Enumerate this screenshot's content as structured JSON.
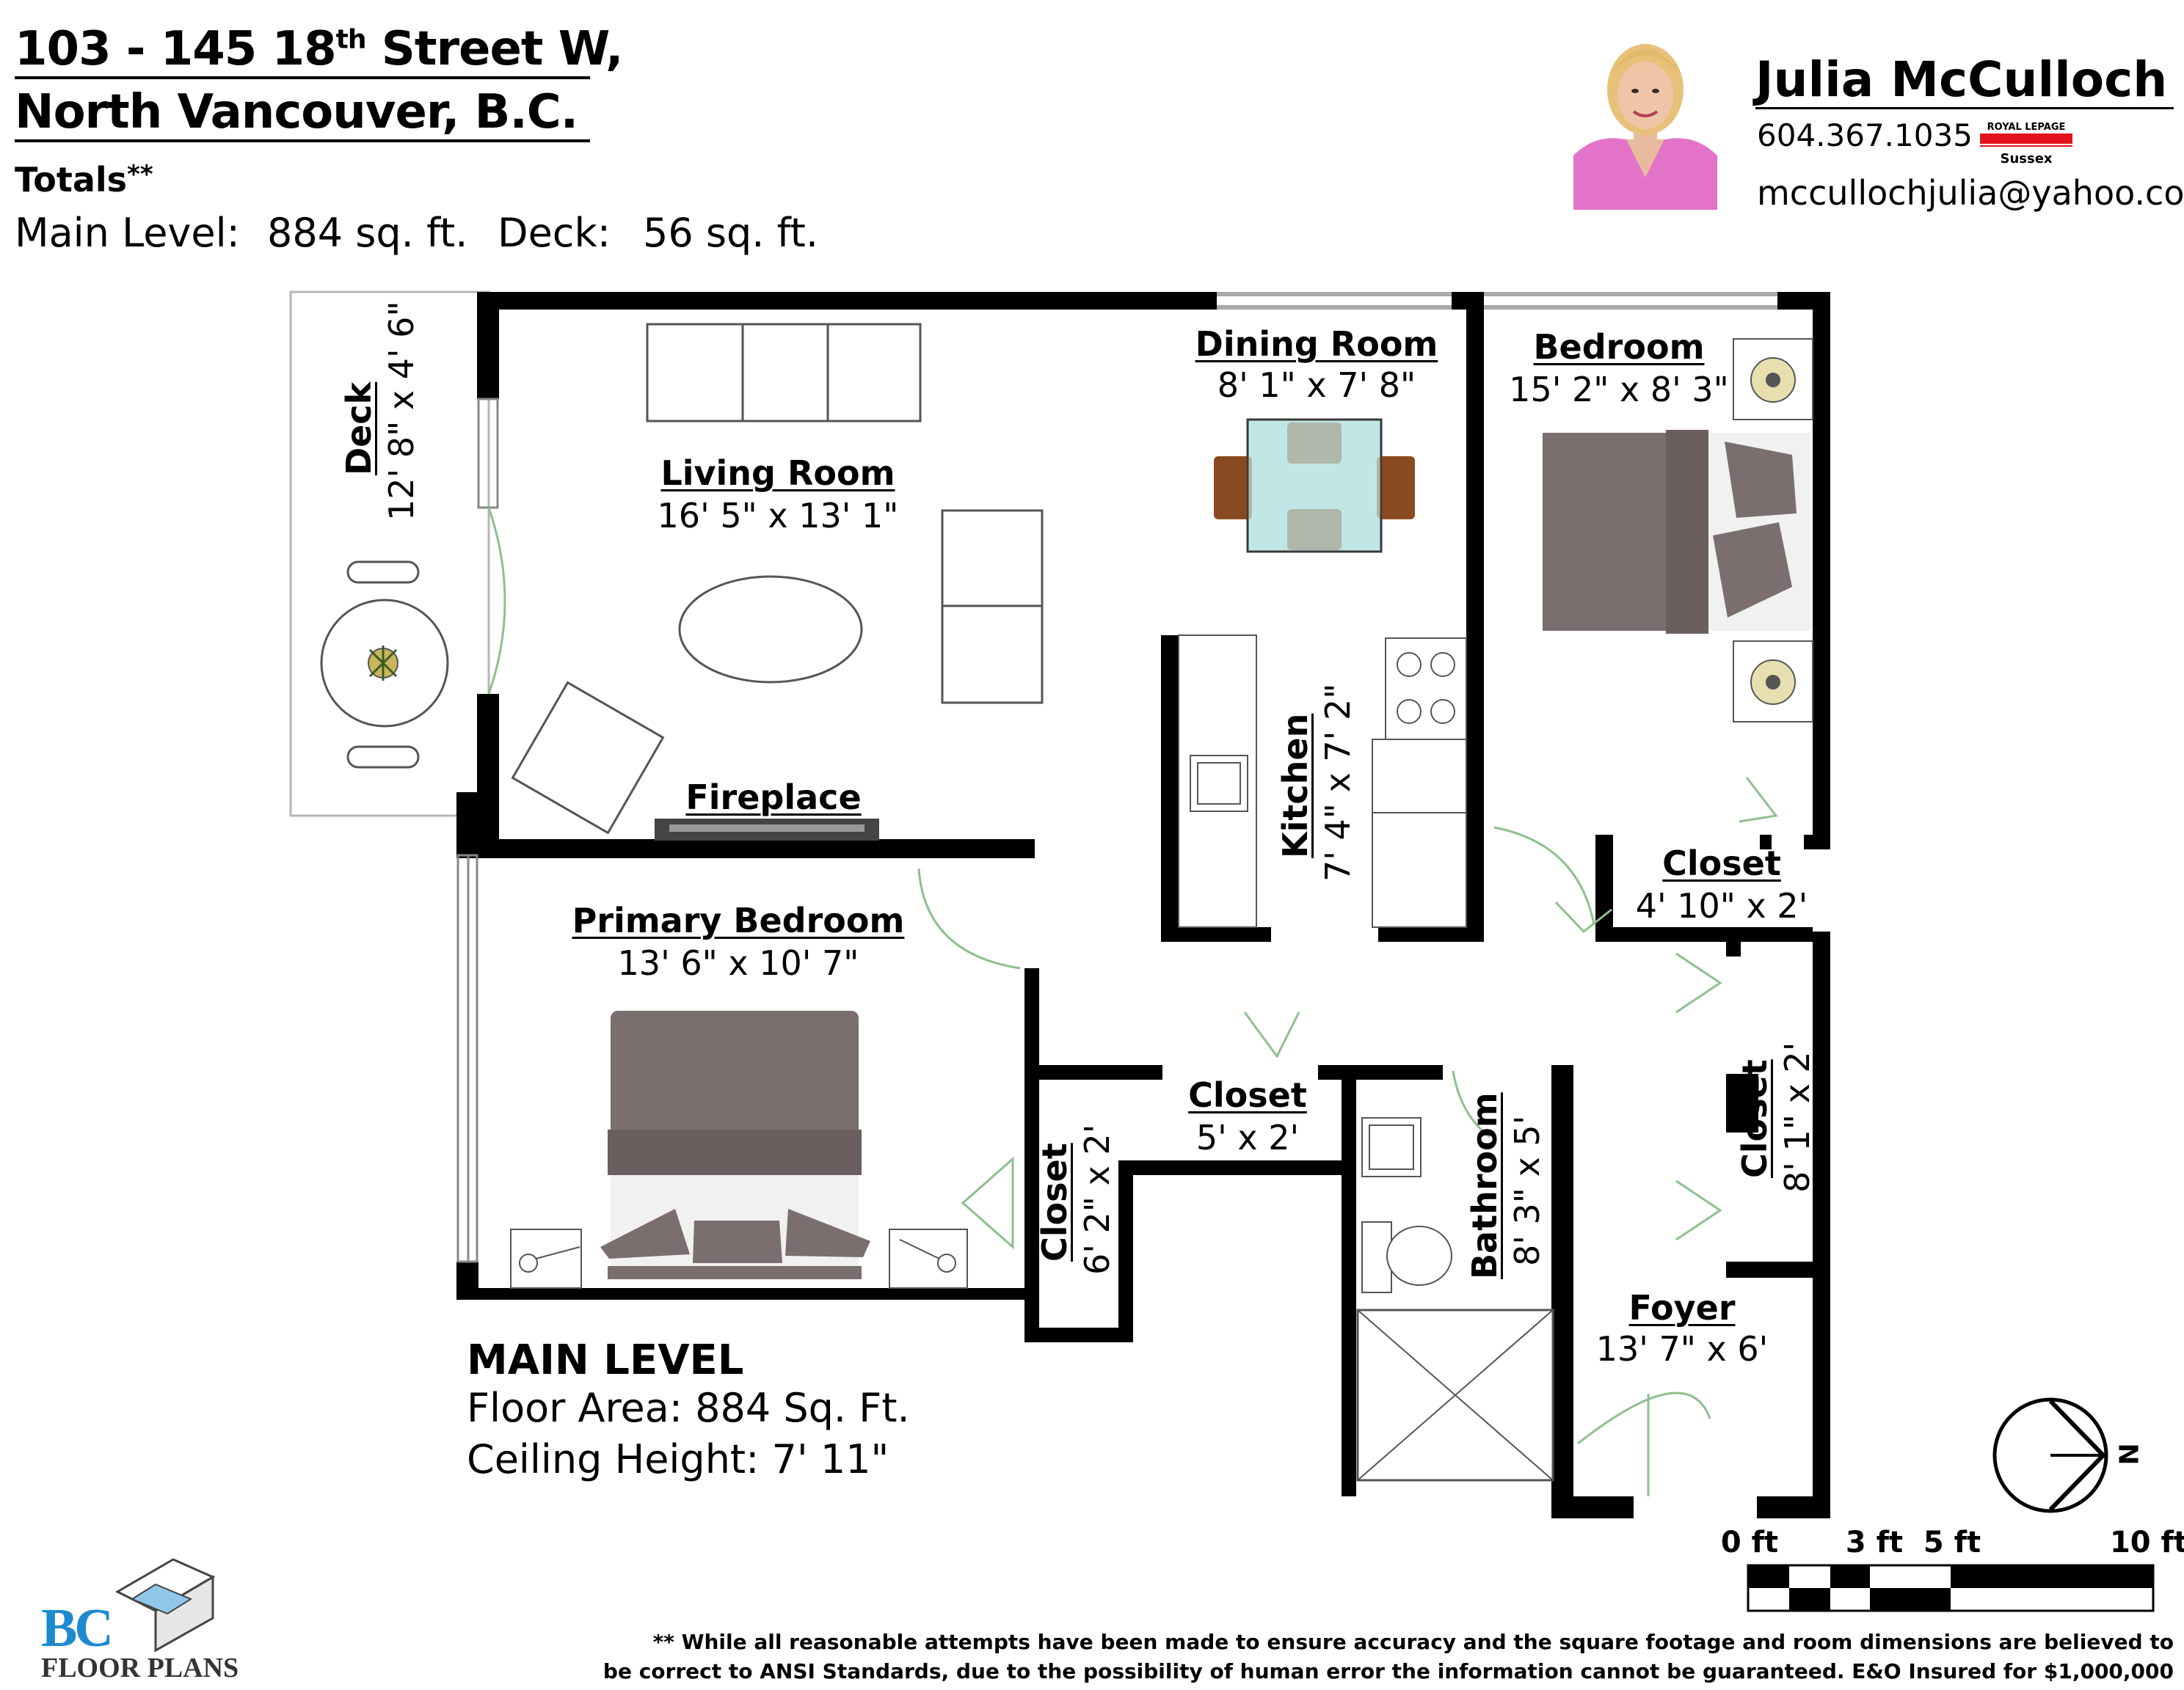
{
  "header": {
    "address_line1_pre": "103 - 145 18",
    "address_line1_sup": "th",
    "address_line1_post": " Street W,",
    "address_line2": "North Vancouver, B.C.",
    "totals_title": "Totals",
    "totals_marker": "**",
    "main_level_label": "Main Level:",
    "main_level_value": "884 sq. ft.",
    "deck_label": "Deck:",
    "deck_value": "56 sq. ft."
  },
  "agent": {
    "name": "Julia McCulloch",
    "phone": "604.367.1035",
    "email": "mccullochjulia@yahoo.com",
    "brokerage_logo_text": "ROYAL LEPAGE",
    "brokerage_sub": "Sussex"
  },
  "rooms": {
    "deck": {
      "name": "Deck",
      "dims": "12' 8\" x 4' 6\""
    },
    "living": {
      "name": "Living Room",
      "dims": "16' 5\" x 13' 1\""
    },
    "dining": {
      "name": "Dining Room",
      "dims": "8' 1\" x 7' 8\""
    },
    "bedroom": {
      "name": "Bedroom",
      "dims": "15' 2\" x 8' 3\""
    },
    "kitchen": {
      "name": "Kitchen",
      "dims": "7' 4\" x 7' 2\""
    },
    "fireplace": {
      "name": "Fireplace"
    },
    "primary": {
      "name": "Primary Bedroom",
      "dims": "13' 6\" x 10' 7\""
    },
    "closet_bed": {
      "name": "Closet",
      "dims": "4' 10\" x 2'"
    },
    "closet_hall": {
      "name": "Closet",
      "dims": "5' x 2'"
    },
    "closet_primary": {
      "name": "Closet",
      "dims": "6' 2\" x 2'"
    },
    "bathroom": {
      "name": "Bathroom",
      "dims": "8' 3\" x 5'"
    },
    "closet_foyer": {
      "name": "Closet",
      "dims": "8' 1\" x 2'"
    },
    "foyer": {
      "name": "Foyer",
      "dims": "13' 7\" x 6'"
    }
  },
  "level_info": {
    "title": "MAIN LEVEL",
    "floor_area": "Floor Area: 884 Sq. Ft.",
    "ceiling_height": "Ceiling Height: 7' 11\""
  },
  "compass": {
    "label": "N"
  },
  "scale": {
    "labels": [
      "0 ft",
      "3 ft",
      "5 ft",
      "10 ft"
    ]
  },
  "disclaimer": {
    "line1": "** While all reasonable attempts have been made to ensure accuracy and the square footage and room dimensions are believed to",
    "line2": "be correct to ANSI Standards, due to the possibility of human error the information cannot be guaranteed. E&O Insured for $1,000,000"
  },
  "company_logo": {
    "mark": "BC",
    "sub": "FLOOR PLANS"
  },
  "colors": {
    "wall": "#000000",
    "furniture": "#7b6e6e",
    "pillow": "#7b6e6e",
    "door_arc": "#8fbf8f",
    "glass": "#bfe6e6",
    "wood": "#8a4a1f"
  }
}
